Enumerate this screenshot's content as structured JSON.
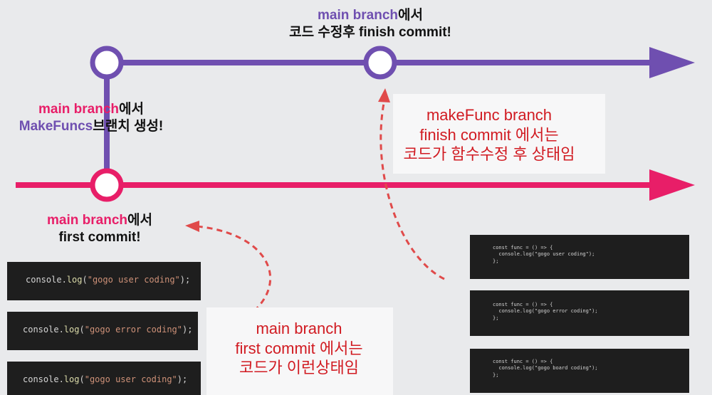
{
  "labels": {
    "top": {
      "highlight": "main branch",
      "suffix": "에서",
      "line2": "코드 수정후 finish commit!"
    },
    "left_mid": {
      "highlight1": "main branch",
      "suffix1": "에서",
      "highlight2": "MakeFuncs",
      "suffix2": "브랜치 생성!"
    },
    "bottom_left": {
      "highlight": "main branch",
      "suffix": "에서",
      "line2": "first commit!"
    },
    "right_note": {
      "line1": "makeFunc branch",
      "line2": "finish commit 에서는",
      "line3": "코드가 함수수정 후 상태임"
    },
    "bottom_note": {
      "line1": "main branch",
      "line2": "first commit 에서는",
      "line3": "코드가 이런상태임"
    }
  },
  "code_left": [
    {
      "prefix": "console.",
      "fn": "log",
      "open": "(",
      "str": "\"gogo user coding\"",
      "close": ");"
    },
    {
      "prefix": "console.",
      "fn": "log",
      "open": "(",
      "str": "\"gogo error coding\"",
      "close": ");"
    },
    {
      "prefix": "console.",
      "fn": "log",
      "open": "(",
      "str": "\"gogo user coding\"",
      "close": ");"
    }
  ],
  "code_right": [
    {
      "line1": "const func = () => {",
      "line2": "  console.log(\"gogo user coding\");",
      "line3": "};"
    },
    {
      "line1": "const func = () => {",
      "line2": "  console.log(\"gogo error coding\");",
      "line3": "};"
    },
    {
      "line1": "const func = () => {",
      "line2": "  console.log(\"gogo board coding\");",
      "line3": "};"
    }
  ],
  "colors": {
    "purple": "#6f4fb0",
    "pink": "#e81e68",
    "red_text": "#d11b22",
    "background": "#e9eaec",
    "code_bg": "#1e1e1e"
  }
}
